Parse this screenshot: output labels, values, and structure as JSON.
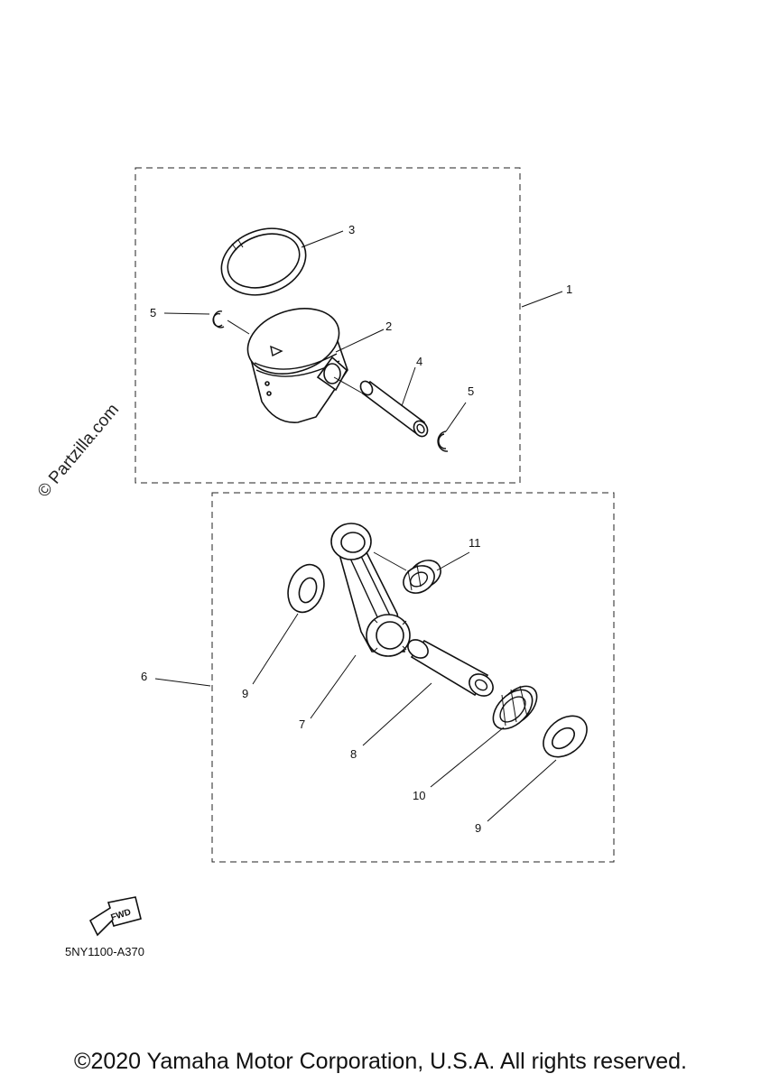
{
  "diagram": {
    "watermark": "© Partzilla.com",
    "callouts": {
      "c1": "1",
      "c2": "2",
      "c3": "3",
      "c4": "4",
      "c5a": "5",
      "c5b": "5",
      "c6": "6",
      "c7": "7",
      "c8": "8",
      "c9a": "9",
      "c9b": "9",
      "c10": "10",
      "c11": "11"
    },
    "fwd_label": "FWD",
    "diagram_code": "5NY1100-A370",
    "copyright": "©2020 Yamaha Motor Corporation, U.S.A. All rights reserved."
  }
}
